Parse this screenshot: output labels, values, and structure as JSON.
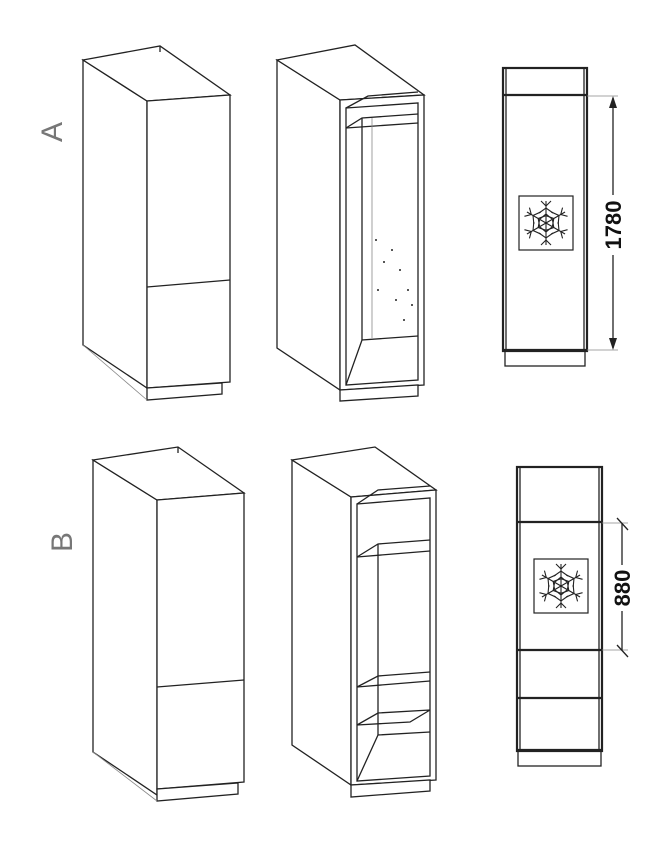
{
  "rows": [
    {
      "label": "A",
      "dimension": "1780"
    },
    {
      "label": "B",
      "dimension": "880"
    }
  ],
  "icons": {
    "appliance": "snowflake-icon"
  },
  "colors": {
    "line": "#222222",
    "label": "#777777"
  }
}
